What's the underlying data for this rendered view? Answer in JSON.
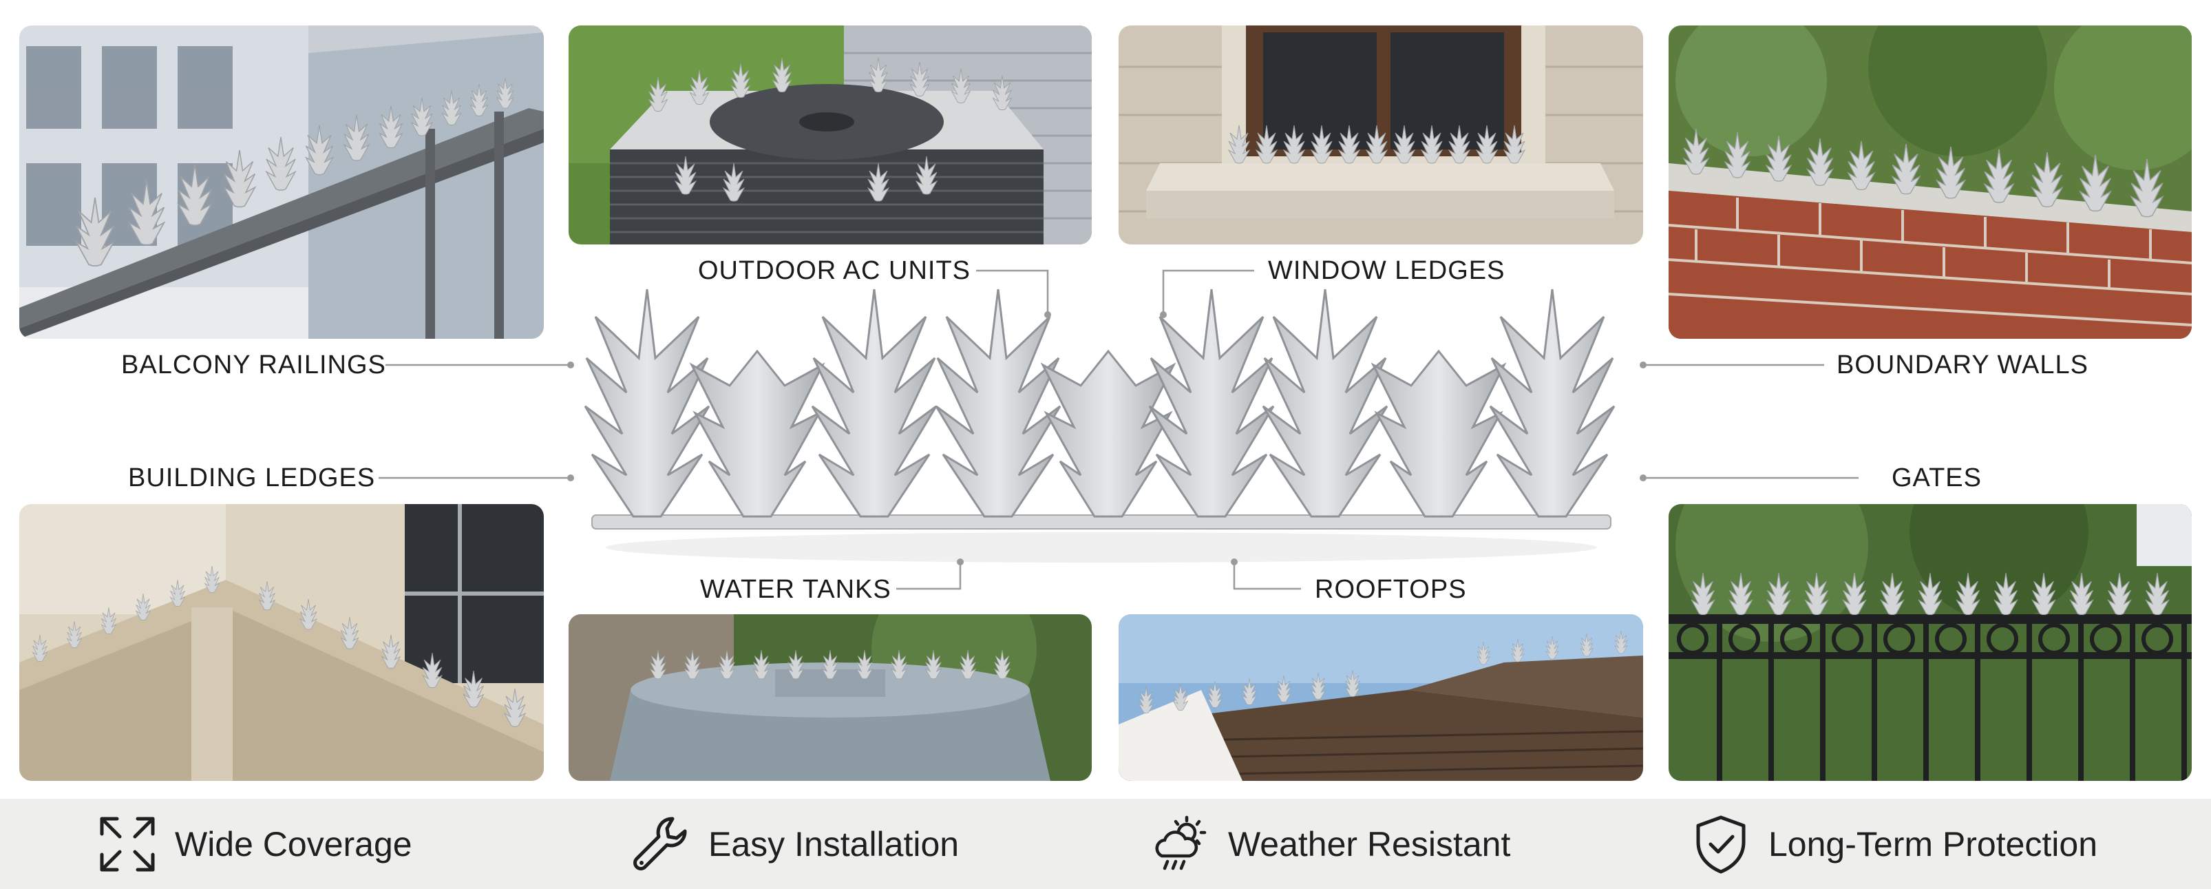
{
  "labels": {
    "balcony": "BALCONY RAILINGS",
    "building": "BUILDING LEDGES",
    "outdoor_ac": "OUTDOOR AC UNITS",
    "window": "WINDOW LEDGES",
    "boundary": "BOUNDARY WALLS",
    "gates": "GATES",
    "water": "WATER TANKS",
    "rooftops": "ROOFTOPS"
  },
  "features": [
    {
      "icon": "expand-arrows-icon",
      "label": "Wide Coverage"
    },
    {
      "icon": "wrench-icon",
      "label": "Easy Installation"
    },
    {
      "icon": "sun-cloud-rain-icon",
      "label": "Weather Resistant"
    },
    {
      "icon": "shield-check-icon",
      "label": "Long-Term Protection"
    }
  ],
  "colors": {
    "background": "#ffffff",
    "footer": "#eeeeec",
    "spike": "#c9cbcd",
    "text": "#1a1a1a"
  }
}
